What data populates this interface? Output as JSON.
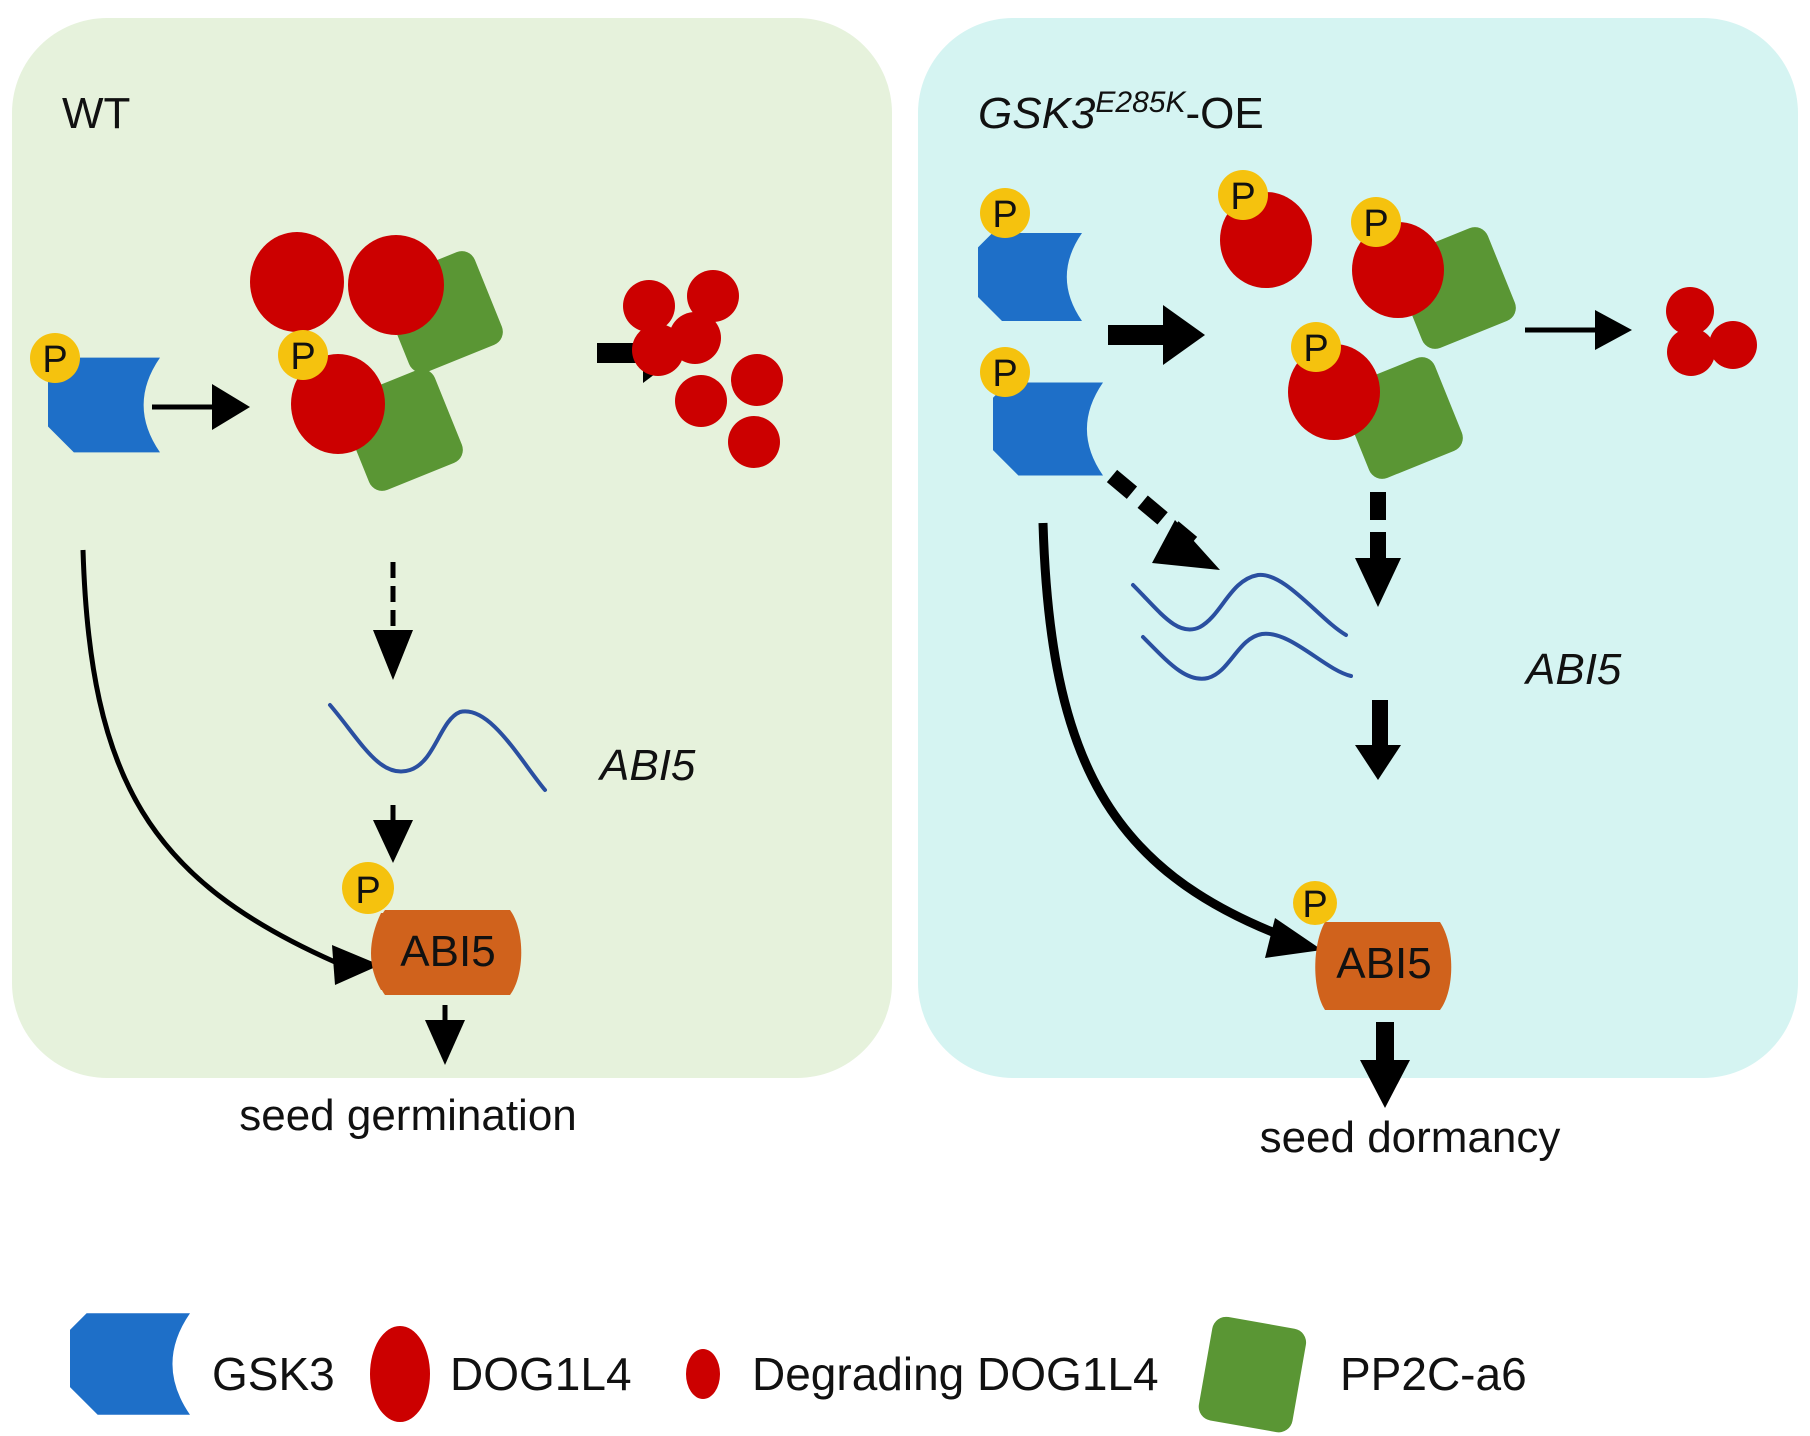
{
  "panels": {
    "wt": {
      "title": "WT",
      "gene_label": "ABI5",
      "protein_label": "ABI5",
      "outcome": "seed germination",
      "background": "#e6f2dc"
    },
    "oe": {
      "title_main": "GSK3",
      "title_super": "E285K",
      "title_suffix": "-OE",
      "gene_label": "ABI5",
      "protein_label": "ABI5",
      "outcome": "seed dormancy",
      "background": "#d5f4f2"
    }
  },
  "phospho_label": "P",
  "legend": [
    {
      "icon": "gsk3-icon",
      "label": "GSK3"
    },
    {
      "icon": "dog1l4-icon",
      "label": "DOG1L4"
    },
    {
      "icon": "degrading-dog1l4-icon",
      "label": "Degrading DOG1L4"
    },
    {
      "icon": "pp2c-a6-icon",
      "label": "PP2C-a6"
    }
  ],
  "colors": {
    "gsk3": "#1e6fc8",
    "dog1l4": "#cc0000",
    "pp2c": "#5a9634",
    "abi5_protein": "#d0621c",
    "phospho": "#f5c20e",
    "mrna": "#2a4fa0",
    "arrow": "#000000"
  }
}
